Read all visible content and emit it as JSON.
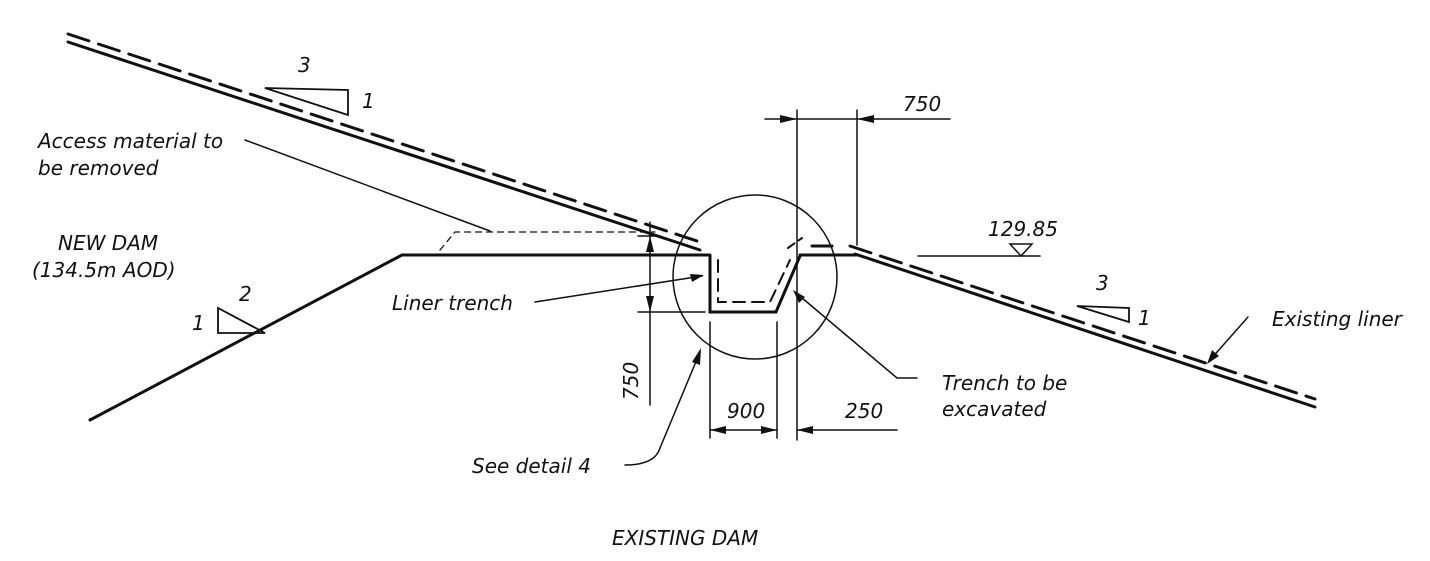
{
  "labels": {
    "access_line1": "Access material to",
    "access_line2": "be removed",
    "new_dam_line1": "NEW DAM",
    "new_dam_line2": "(134.5m AOD)",
    "liner_trench": "Liner trench",
    "trench_line1": "Trench to be",
    "trench_line2": "excavated",
    "see_detail": "See detail 4",
    "existing_liner": "Existing liner",
    "existing_dam": "EXISTING DAM"
  },
  "dimensions": {
    "top_width": "750",
    "depth": "750",
    "trench_width": "900",
    "offset": "250",
    "level": "129.85"
  },
  "slopes": {
    "upper_left": {
      "rise": "1",
      "run": "3"
    },
    "left": {
      "rise": "1",
      "run": "2"
    },
    "right": {
      "rise": "1",
      "run": "3"
    }
  }
}
